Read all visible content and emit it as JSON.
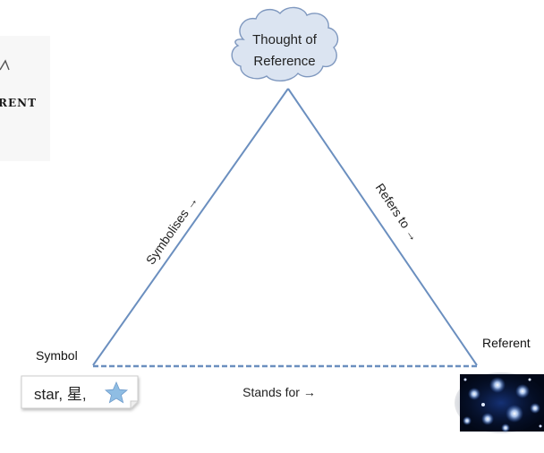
{
  "thought": {
    "line1": "Thought of",
    "line2": "Reference"
  },
  "edges": {
    "left_label": "Symbolises →",
    "right_label": "Refers to →",
    "bottom_label": "Stands for →"
  },
  "corners": {
    "symbol_label": "Symbol",
    "referent_label": "Referent"
  },
  "symbol_card": {
    "text": "star, 星,",
    "icon": "star-icon"
  },
  "referent_image": {
    "icon": "star-cluster-photo"
  },
  "left_fragment": {
    "text": "RENT"
  },
  "colors": {
    "triangle_line": "#6b8fbf",
    "cloud_fill": "#dbe4f1",
    "cloud_stroke": "#7f98bf",
    "star_fill": "#8fbde3",
    "card_border": "#cccccc",
    "photo_bg": "#020817"
  }
}
